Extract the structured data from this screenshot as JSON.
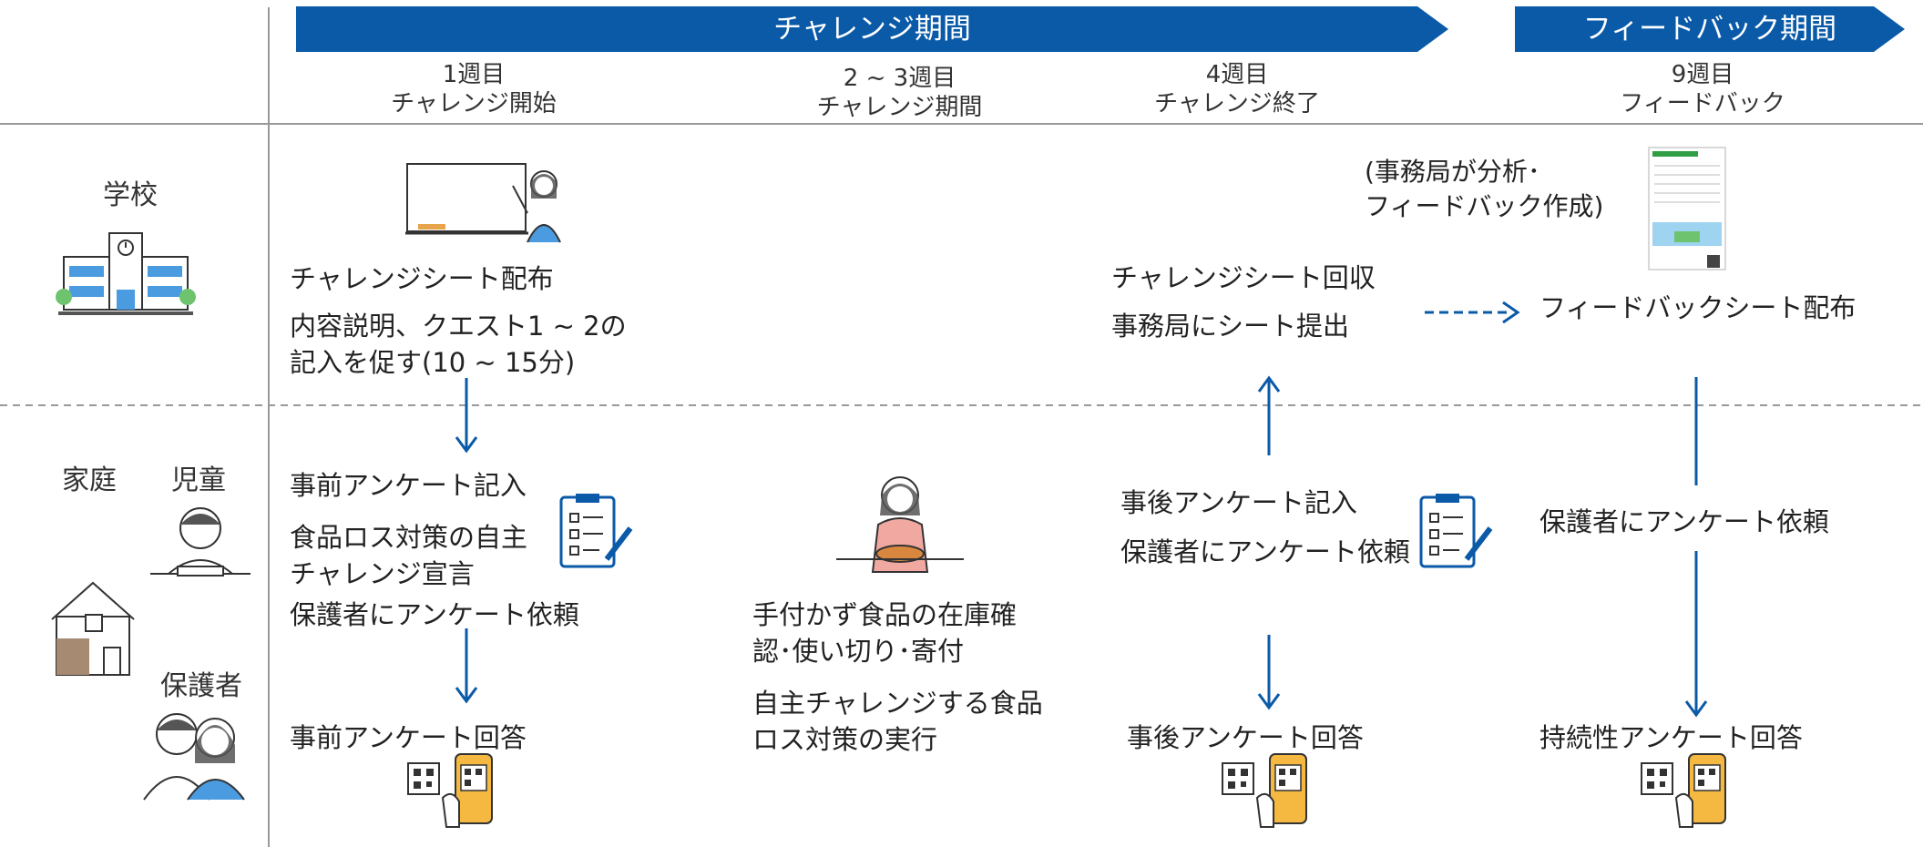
{
  "phases": {
    "challenge": "チャレンジ期間",
    "feedback": "フィードバック期間"
  },
  "weeks": [
    {
      "week": "1週目",
      "label": "チャレンジ開始"
    },
    {
      "week": "2 ~ 3週目",
      "label": "チャレンジ期間"
    },
    {
      "week": "4週目",
      "label": "チャレンジ終了"
    },
    {
      "week": "9週目",
      "label": "フィードバック"
    }
  ],
  "rows": {
    "school": "学校",
    "home": "家庭",
    "child": "児童",
    "guardian": "保護者"
  },
  "school": {
    "col1": {
      "line1": "チャレンジシート配布",
      "line2": "内容説明、クエスト1 ~ 2の",
      "line3": "記入を促す(10 ~ 15分)"
    },
    "col3": {
      "line1": "チャレンジシート回収",
      "line2": "事務局にシート提出"
    },
    "col4": {
      "note1": "(事務局が分析･",
      "note2": "フィードバック作成)",
      "line1": "フィードバックシート配布"
    }
  },
  "home": {
    "col1": {
      "a": "事前アンケート記入",
      "b1": "食品ロス対策の自主",
      "b2": "チャレンジ宣言",
      "c": "保護者にアンケート依頼",
      "d": "事前アンケート回答"
    },
    "col2": {
      "a1": "手付かず食品の在庫確",
      "a2": "認･使い切り･寄付",
      "b1": "自主チャレンジする食品",
      "b2": "ロス対策の実行"
    },
    "col3": {
      "a": "事後アンケート記入",
      "b": "保護者にアンケート依頼",
      "c": "事後アンケート回答"
    },
    "col4": {
      "a": "保護者にアンケート依頼",
      "b": "持続性アンケート回答"
    }
  },
  "colors": {
    "accent": "#0a5aa8",
    "divider": "#999999"
  },
  "icons": [
    "school-building-icon",
    "teacher-whiteboard-icon",
    "house-icon",
    "child-writing-icon",
    "guardians-icon",
    "clipboard-checklist-icon",
    "person-cooking-icon",
    "qr-code-phone-icon",
    "feedback-sheet-icon"
  ]
}
